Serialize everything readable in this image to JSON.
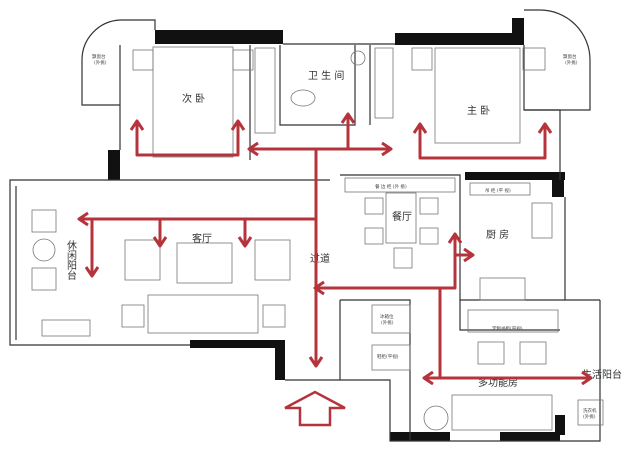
{
  "rooms": {
    "second_bedroom": "次 卧",
    "bathroom": "卫 生 间",
    "master_bedroom": "主 卧",
    "dining": "餐厅",
    "kitchen": "厨 房",
    "living": "客厅",
    "corridor": "过道",
    "leisure_balcony": "休闲阳台",
    "multi_room": "多功能房",
    "service_balcony": "生活阳台"
  },
  "small_labels": {
    "bay_left": "飘窗台",
    "bay_left_sub": "(外挑)",
    "bay_right": "飘窗台",
    "bay_right_sub": "(外挑)",
    "dining_cabinet": "餐 边 柜 (外 挑)",
    "kitchen_cabinet": "吊 柜 (平 视)",
    "fridge": "冰箱位",
    "fridge_sub": "(外挑)",
    "shoe_cabinet": "鞋柜(平视)",
    "bookcase": "定制书柜(平视)",
    "washer": "洗衣机",
    "washer_sub": "(外挑)"
  },
  "colors": {
    "arrow": "#b5343c",
    "wall": "#111111"
  }
}
